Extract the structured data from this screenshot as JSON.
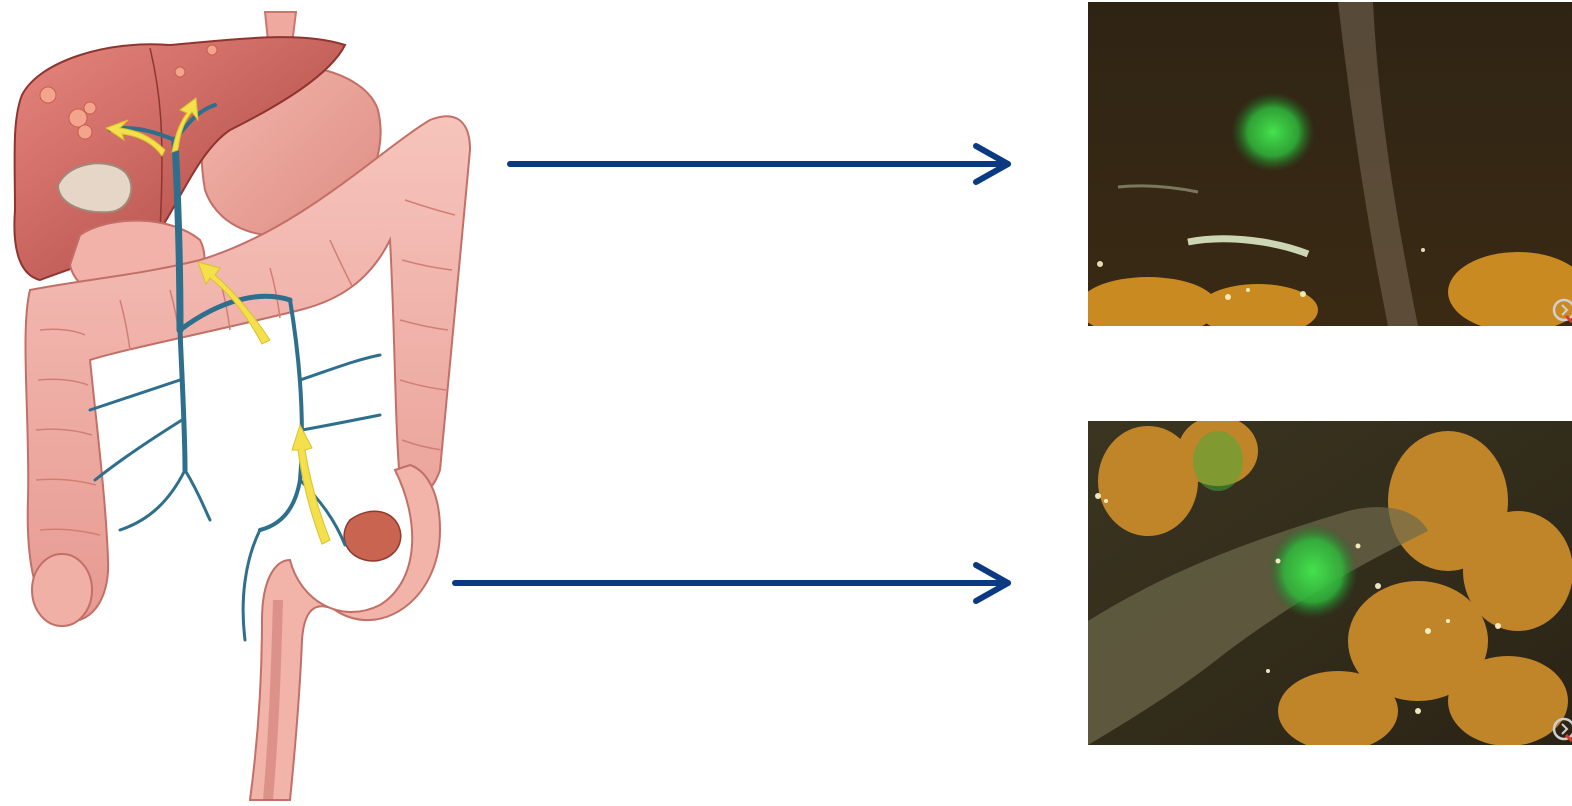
{
  "figure": {
    "left_panel": {
      "icon": "anatomy-illustration",
      "organs": [
        "liver",
        "gallbladder",
        "stomach",
        "colon",
        "rectum",
        "portal-vein"
      ],
      "flow_arrow_color": "#f4e04d",
      "vessel_color": "#2d6f8c"
    },
    "connector_color": "#0b3a82",
    "right_panels": [
      {
        "icon": "fluorescence-endoscopy-image",
        "fluorescence_color": "#32d13f",
        "hud_icon": "overlay-badge-icon"
      },
      {
        "icon": "fluorescence-endoscopy-image",
        "fluorescence_color": "#32d13f",
        "hud_icon": "overlay-badge-icon"
      }
    ]
  }
}
